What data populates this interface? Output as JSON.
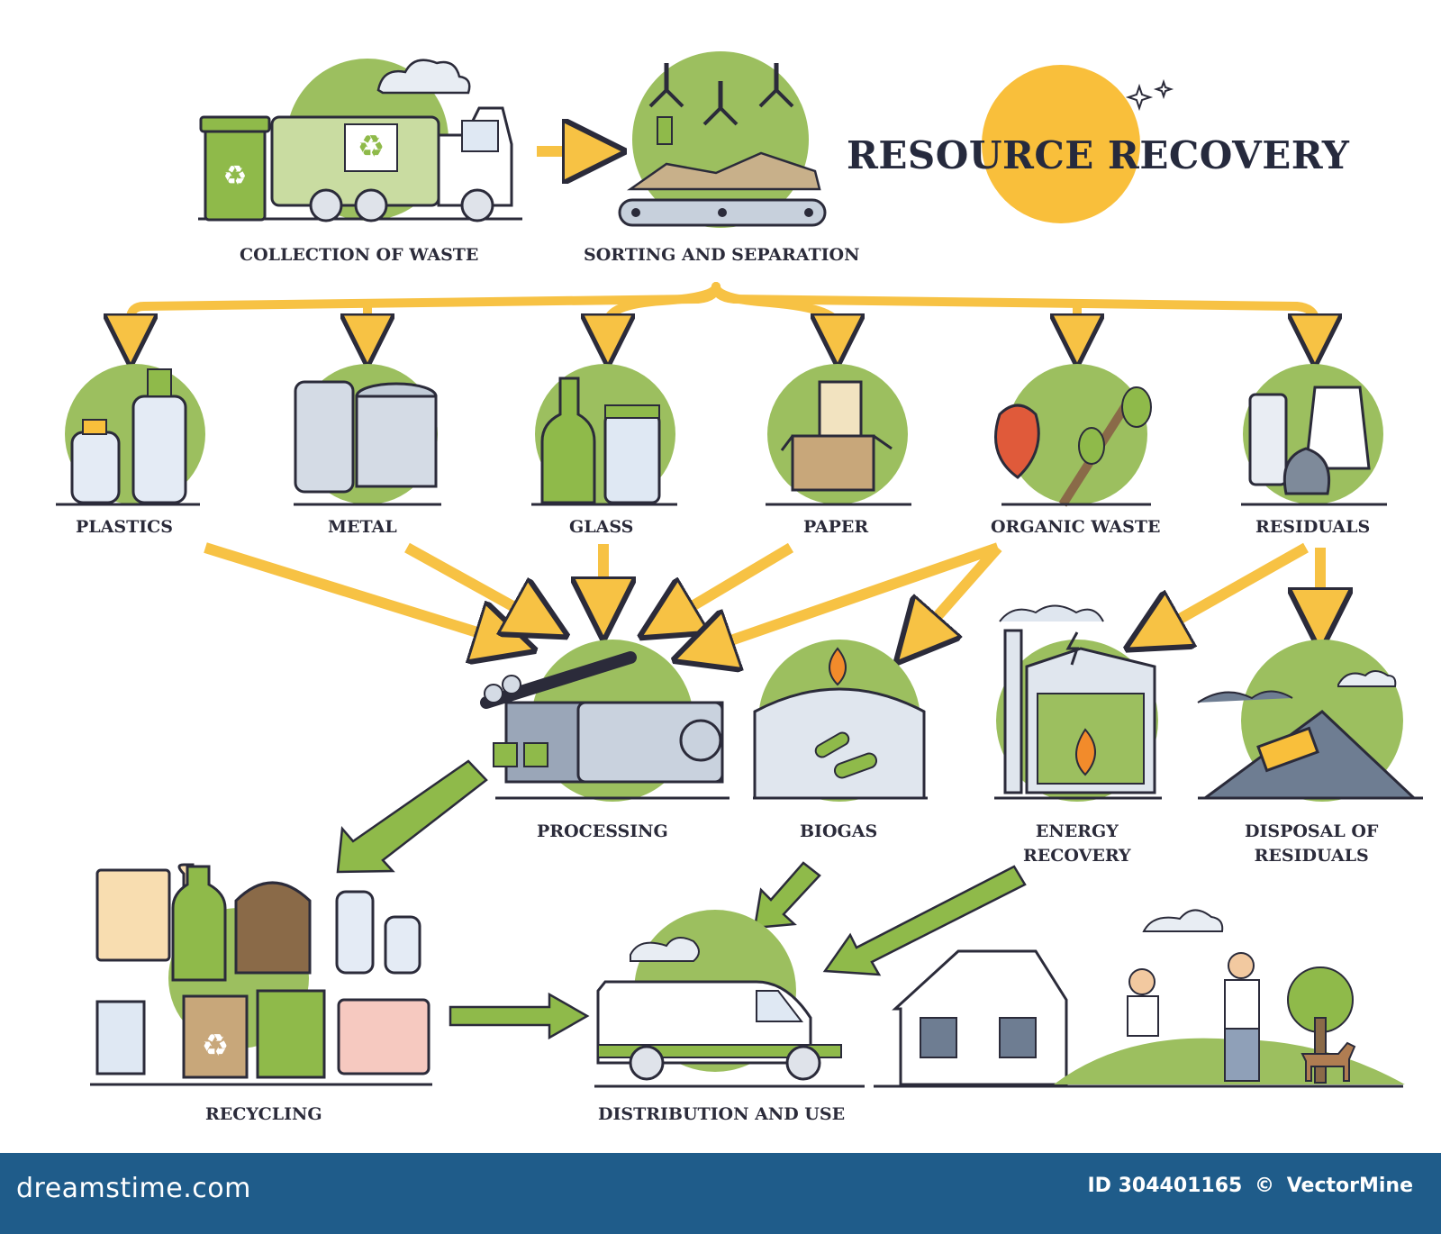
{
  "title": "RESOURCE RECOVERY",
  "steps": {
    "collection": "COLLECTION OF WASTE",
    "sorting": "SORTING AND SEPARATION",
    "processing": "PROCESSING",
    "biogas": "BIOGAS",
    "energy_line1": "ENERGY",
    "energy_line2": "RECOVERY",
    "disposal_line1": "DISPOSAL OF",
    "disposal_line2": "RESIDUALS",
    "recycling": "RECYCLING",
    "distribution": "DISTRIBUTION AND USE"
  },
  "categories": [
    "PLASTICS",
    "METAL",
    "GLASS",
    "PAPER",
    "ORGANIC WASTE",
    "RESIDUALS"
  ],
  "footer": {
    "brand": "dreamstime.com",
    "id_text": "ID 304401165",
    "copyright": "©",
    "author": "VectorMine"
  },
  "colors": {
    "circle_green": "#9cbf5f",
    "arrow_orange": "#f7c244",
    "arrow_green": "#8fba4a",
    "sun": "#f9bf3b",
    "footer": "#1f5c8a"
  },
  "icons": [
    "trash-bin-icon",
    "garbage-truck-icon",
    "conveyor-claw-icon",
    "sun-icon",
    "plastic-bottles-icon",
    "metal-cans-icon",
    "glass-bottles-icon",
    "cardboard-box-icon",
    "organic-waste-icon",
    "trash-bag-icon",
    "processing-machine-icon",
    "biogas-tank-icon",
    "power-plant-icon",
    "bulldozer-landfill-icon",
    "recycled-products-icon",
    "delivery-van-icon",
    "house-icon",
    "people-icon",
    "tree-icon",
    "dog-icon"
  ]
}
